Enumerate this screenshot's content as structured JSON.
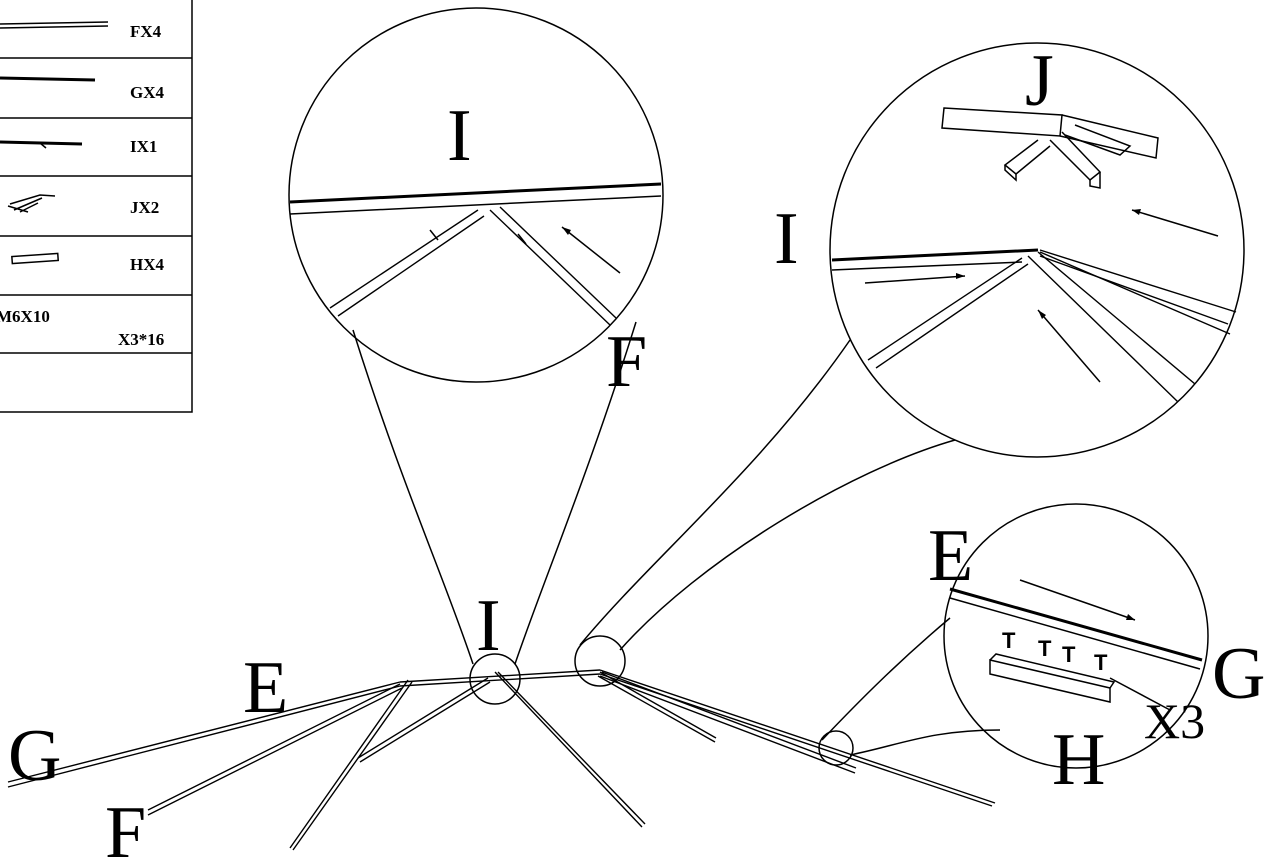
{
  "parts_table": {
    "rows": [
      {
        "code": "FX4",
        "icon": "long-tube-icon"
      },
      {
        "code": "GX4",
        "icon": "long-bar-icon"
      },
      {
        "code": "IX1",
        "icon": "center-bar-icon"
      },
      {
        "code": "JX2",
        "icon": "connector-bracket-icon"
      },
      {
        "code": "HX4",
        "icon": "plate-icon"
      },
      {
        "code": "M6X10",
        "code2": "X3*16",
        "icon": "screw-icon"
      },
      {
        "code": "",
        "icon": ""
      }
    ]
  },
  "labels": {
    "main_G": "G",
    "main_E": "E",
    "main_F": "F",
    "main_I": "I",
    "zoom1_I": "I",
    "zoom1_F": "F",
    "zoom2_I": "I",
    "zoom2_J": "J",
    "zoom3_E": "E",
    "zoom3_G": "G",
    "zoom3_X3": "X3",
    "zoom3_H": "H"
  },
  "colors": {
    "ink": "#000000",
    "background": "#ffffff"
  }
}
